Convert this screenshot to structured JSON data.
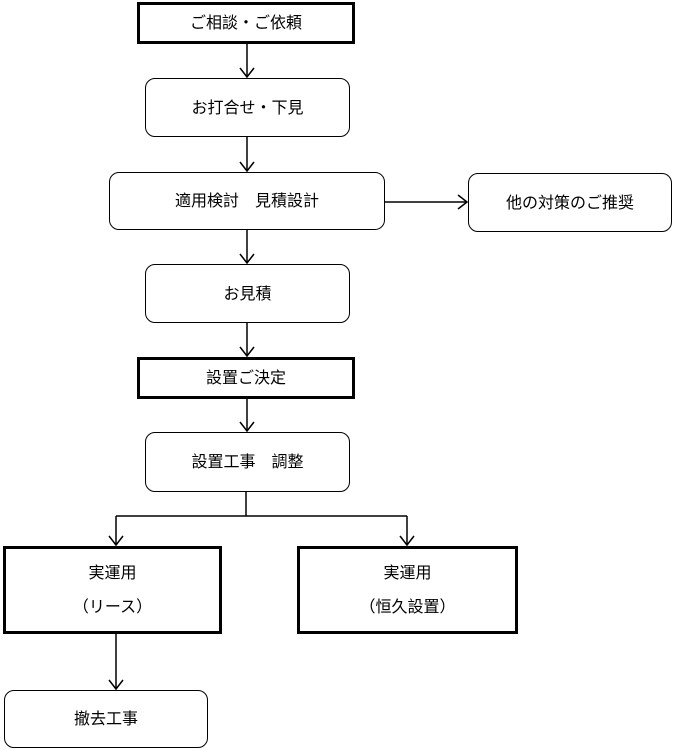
{
  "nodes": {
    "consult": "ご相談・ご依頼",
    "meeting": "お打合せ・下見",
    "study": "適用検討　見積設計",
    "alternative": "他の対策のご推奨",
    "estimate": "お見積",
    "decision": "設置ご決定",
    "install": "設置工事　調整",
    "operation_lease": {
      "line1": "実運用",
      "line2": "（リース）"
    },
    "operation_permanent": {
      "line1": "実運用",
      "line2": "（恒久設置）"
    },
    "removal": "撤去工事"
  },
  "colors": {
    "line": "#000000",
    "background": "#ffffff"
  }
}
